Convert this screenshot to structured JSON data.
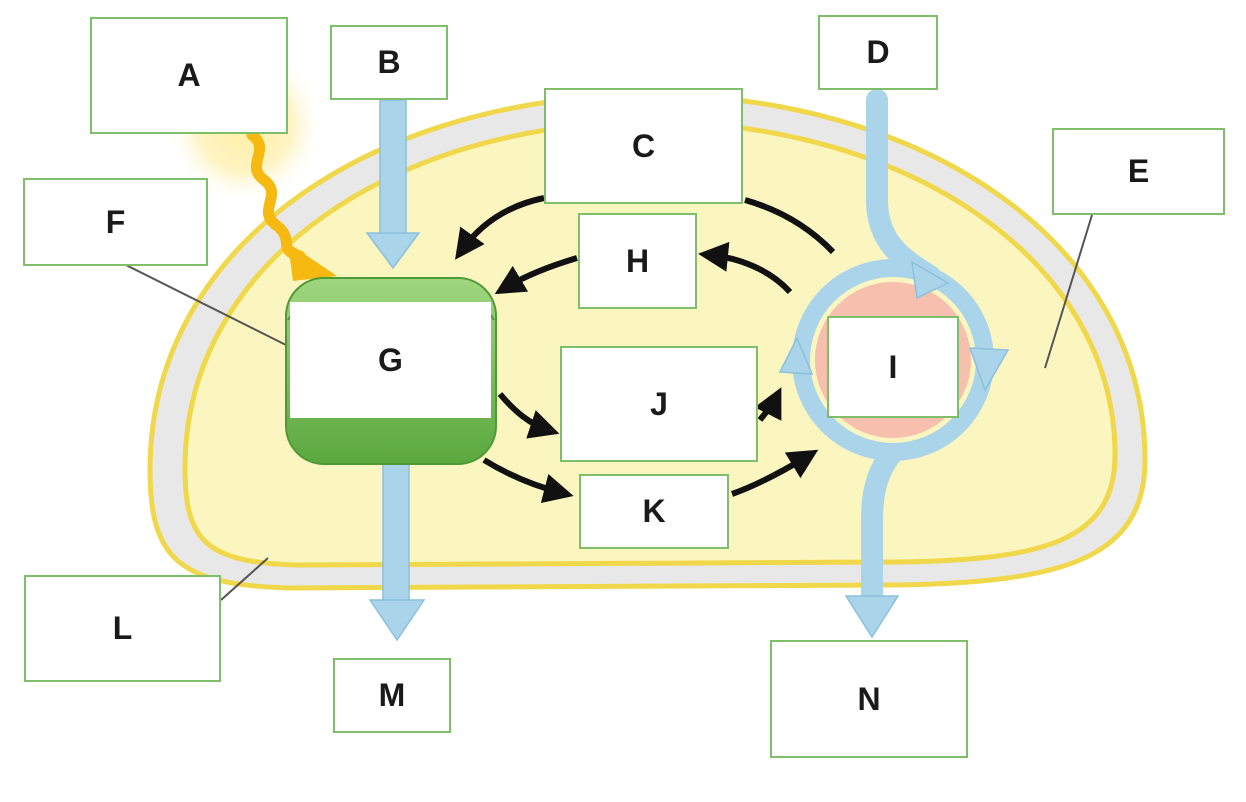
{
  "labels": {
    "A": "A",
    "B": "B",
    "C": "C",
    "D": "D",
    "E": "E",
    "F": "F",
    "G": "G",
    "H": "H",
    "I": "I",
    "J": "J",
    "K": "K",
    "L": "L",
    "M": "M",
    "N": "N"
  },
  "colors": {
    "cell_fill": "#fbf6c0",
    "membrane_yellow": "#f0d84a",
    "wall_gray": "#e8e8e8",
    "chloroplast_green": "#7cc35e",
    "mitochondrion_pink": "#f6bfae",
    "flow_blue": "#a9d4ea",
    "box_border": "#7fbf6a",
    "light_ray": "#f5b912"
  }
}
